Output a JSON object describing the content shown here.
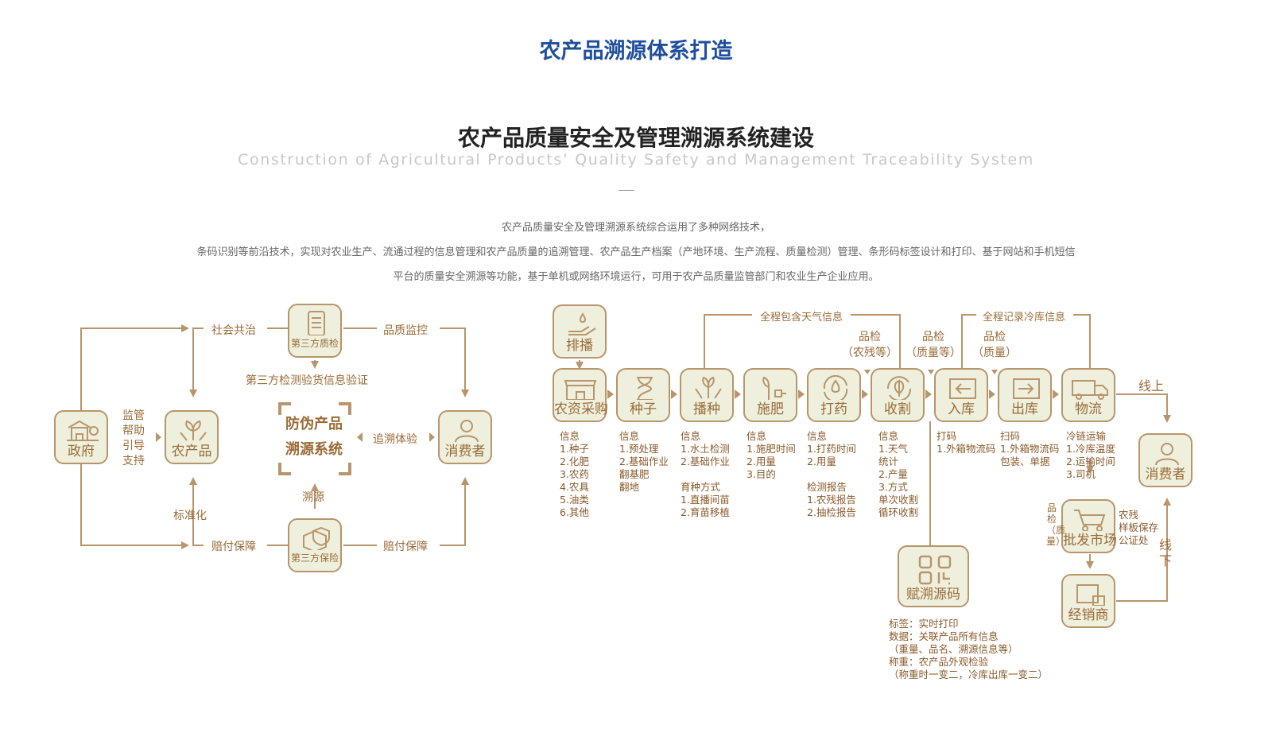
{
  "page_title": "农产品溯源体系打造",
  "section": {
    "title": "农产品质量安全及管理溯源系统建设",
    "subtitle": "Construction of Agricultural Products’  Quality Safety and Management Traceability System",
    "intro": [
      "农产品质量安全及管理溯源系统综合运用了多种网络技术，",
      "条码识别等前沿技术，实现对农业生产、流通过程的信息管理和农产品质量的追溯管理、农产品生产档案（产地环境、生产流程、质量检测）管理、条形码标签设计和打印、基于网站和手机短信",
      "平台的质量安全溯源等功能，基于单机或网络环境运行，可用于农产品质量监管部门和农业生产企业应用。"
    ]
  },
  "left": {
    "gov": "政府",
    "product": "农产品",
    "consumer": "消费者",
    "qc": "第三方质检",
    "insurance": "第三方保险",
    "core": [
      "防伪产品",
      "溯源系统"
    ],
    "supervise": [
      "监管",
      "帮助",
      "引导",
      "支持"
    ],
    "social": "社会共治",
    "quality_monitor": "品质监控",
    "verify": "第三方检测验货信息验证",
    "trace_exp": "追溯体验",
    "trace": "溯源",
    "standard": "标准化",
    "comp1": "赔付保障",
    "comp2": "赔付保障"
  },
  "right": {
    "sowing_top": "排播",
    "steps": [
      "农资采购",
      "种子",
      "播种",
      "施肥",
      "打药",
      "收割",
      "入库",
      "出库",
      "物流"
    ],
    "weather": "全程包含天气信息",
    "cold": "全程记录冷库信息",
    "qc1": [
      "品检",
      "（农残等）"
    ],
    "qc2": [
      "品检",
      "（质量等）"
    ],
    "qc3": [
      "品检",
      "（质量）"
    ],
    "online": "线上",
    "offline": [
      "线",
      "下"
    ],
    "consumer": "消费者",
    "wholesale": "批发市场",
    "dealer": "经销商",
    "code": "赋溯源码",
    "qc_side": [
      "品检",
      "（质量）"
    ],
    "residue": [
      "农残",
      "样板保存",
      "公证处"
    ],
    "notes": {
      "n1": [
        "信息",
        "1.种子",
        "2.化肥",
        "3.农药",
        "4.农具",
        "5.油类",
        "6.其他"
      ],
      "n2": [
        "信息",
        "1.预处理",
        "2.基础作业",
        "翻基肥",
        "翻地"
      ],
      "n3": [
        "信息",
        "1.水土检测",
        "2.基础作业",
        "",
        "育种方式",
        "1.直播间苗",
        "2.育苗移植"
      ],
      "n4": [
        "信息",
        "1.施肥时间",
        "2.用量",
        "3.目的"
      ],
      "n5": [
        "信息",
        "1.打药时间",
        "2.用量",
        "",
        "检测报告",
        "1.农残报告",
        "2.抽检报告"
      ],
      "n6": [
        "信息",
        "1.天气",
        "  统计",
        "2.产量",
        "3.方式",
        "单次收割",
        "循环收割"
      ],
      "n7": [
        "打码",
        "1.外箱物流码"
      ],
      "n8": [
        "扫码",
        "1.外箱物流码",
        "包装、单据"
      ],
      "n9": [
        "冷链运输",
        "1.冷库温度",
        "2.运输时间",
        "3.司机"
      ],
      "n10": [
        "标签：实时打印",
        "数据：关联产品所有信息",
        "（重量、品名、溯源信息等）",
        "称重：农产品外观检验",
        "（称重时一变二，冷库出库一变二）"
      ]
    }
  },
  "colors": {
    "accent": "#b8956a",
    "box_bg": "#eef0dd",
    "title_blue": "#1f4f9c",
    "text_brown": "#9a6b36"
  }
}
